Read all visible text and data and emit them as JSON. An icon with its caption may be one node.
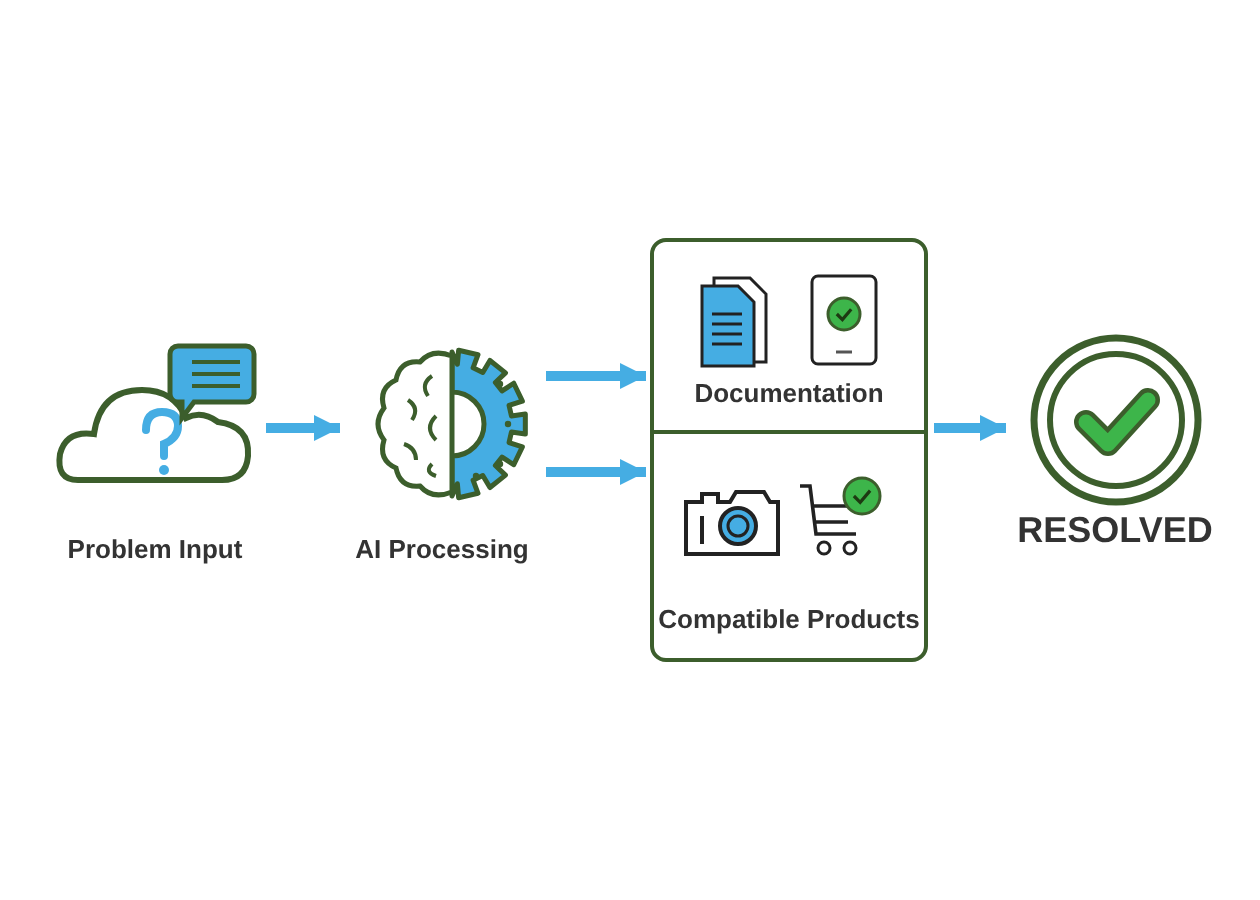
{
  "diagram": {
    "nodes": [
      {
        "text": [
          "Problem Input"
        ]
      },
      {
        "text": [
          "AI Processing"
        ]
      },
      {
        "text": [],
        "shape": "box"
      },
      {
        "text": [
          "Documentation"
        ],
        "in": 2
      },
      {
        "text": [
          "Compatible Products"
        ],
        "in": 2
      },
      {
        "text": [
          "RESOLVED"
        ]
      }
    ],
    "edges": [
      {
        "from": 0,
        "to": 1,
        "arrow": "to"
      },
      {
        "from": 1,
        "to": 3,
        "arrow": "to"
      },
      {
        "from": 1,
        "to": 4,
        "arrow": "to"
      },
      {
        "from": 2,
        "to": 5,
        "arrow": "to"
      }
    ]
  }
}
